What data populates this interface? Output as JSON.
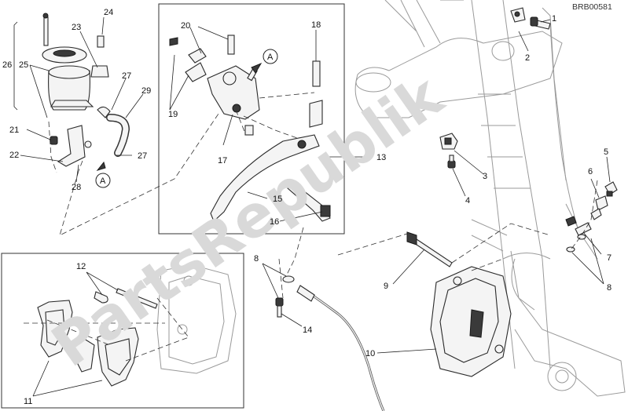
{
  "diagram": {
    "drawing_code": "BRB00581",
    "watermark": "PartsRepublik",
    "callouts": {
      "p1": "1",
      "p2": "2",
      "p3": "3",
      "p4": "4",
      "p5": "5",
      "p6": "6",
      "p7": "7",
      "p8a": "8",
      "p8b": "8",
      "p9": "9",
      "p10": "10",
      "p11": "11",
      "p12": "12",
      "p13": "13",
      "p14": "14",
      "p15": "15",
      "p16": "16",
      "p17": "17",
      "p18": "18",
      "p19": "19",
      "p20": "20",
      "p21": "21",
      "p22": "22",
      "p23": "23",
      "p24": "24",
      "p25": "25",
      "p26": "26",
      "p27a": "27",
      "p27b": "27",
      "p28": "28",
      "p29": "29"
    },
    "markers": {
      "a1": "A",
      "a2": "A"
    }
  }
}
